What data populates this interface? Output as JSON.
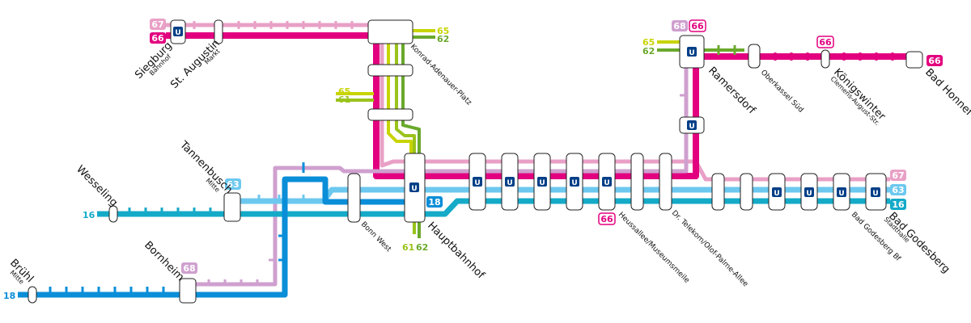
{
  "colors": {
    "line_66": "#e3007f",
    "line_67": "#e9a0c6",
    "line_68": "#cfa0cf",
    "line_63": "#6cc8ef",
    "line_16": "#14aac8",
    "line_18": "#0a8ed8",
    "line_65": "#c8d400",
    "line_61": "#9ac31c",
    "line_62": "#6aa92c",
    "ubahn_blue": "#003f87"
  },
  "stations": {
    "siegburg": "Siegburg",
    "siegburg_sub": "Bahnhof",
    "st_augustin": "St. Augustin",
    "st_augustin_sub": "Markt",
    "konrad": "Konrad-Adenauer-Platz",
    "ramersdorf": "Ramersdorf",
    "oberkassel": "Oberkassel Süd",
    "koenigswinter": "Königswinter",
    "koenigswinter_sub": "Clemens-August-Str.",
    "bad_honnef": "Bad Honnef",
    "wesseling": "Wesseling",
    "tannenbusch": "Tannenbusch",
    "tannenbusch_sub": "Mitte",
    "bonn_west": "Bonn West",
    "hauptbahnhof": "Hauptbahnhof",
    "heussallee": "Heussallee/Museumsmeile",
    "telekom": "Dr. Telekom/Olof-Palme-Allee",
    "bad_godesberg_bf": "Bad Godesberg Bf",
    "bad_godesberg": "Bad Godesberg",
    "bad_godesberg_sub": "Stadthalle",
    "bornheim": "Bornheim",
    "bruehl": "Brühl",
    "bruehl_sub": "Mitte"
  },
  "badges": {
    "b67_siegburg": "67",
    "b66_siegburg": "66",
    "b68_ramersdorf": "68",
    "b66_ramersdorf": "66",
    "b66_koenigswinter": "66",
    "b66_honnef": "66",
    "b63_tannenbusch": "63",
    "b18_hbf": "18",
    "b66_heussallee": "66",
    "b67_east": "67",
    "b63_east": "63",
    "b16_east": "16",
    "b68_bornheim": "68"
  },
  "line_numbers": {
    "n65_konrad": "65",
    "n62_konrad": "62",
    "n65_mid": "65",
    "n61_mid": "61",
    "n65_ramersdorf": "65",
    "n62_ramersdorf": "62",
    "n61_hbf": "61",
    "n62_hbf": "62",
    "n16_wesseling": "16",
    "n18_bruehl": "18"
  },
  "ubahn_symbol": "U"
}
